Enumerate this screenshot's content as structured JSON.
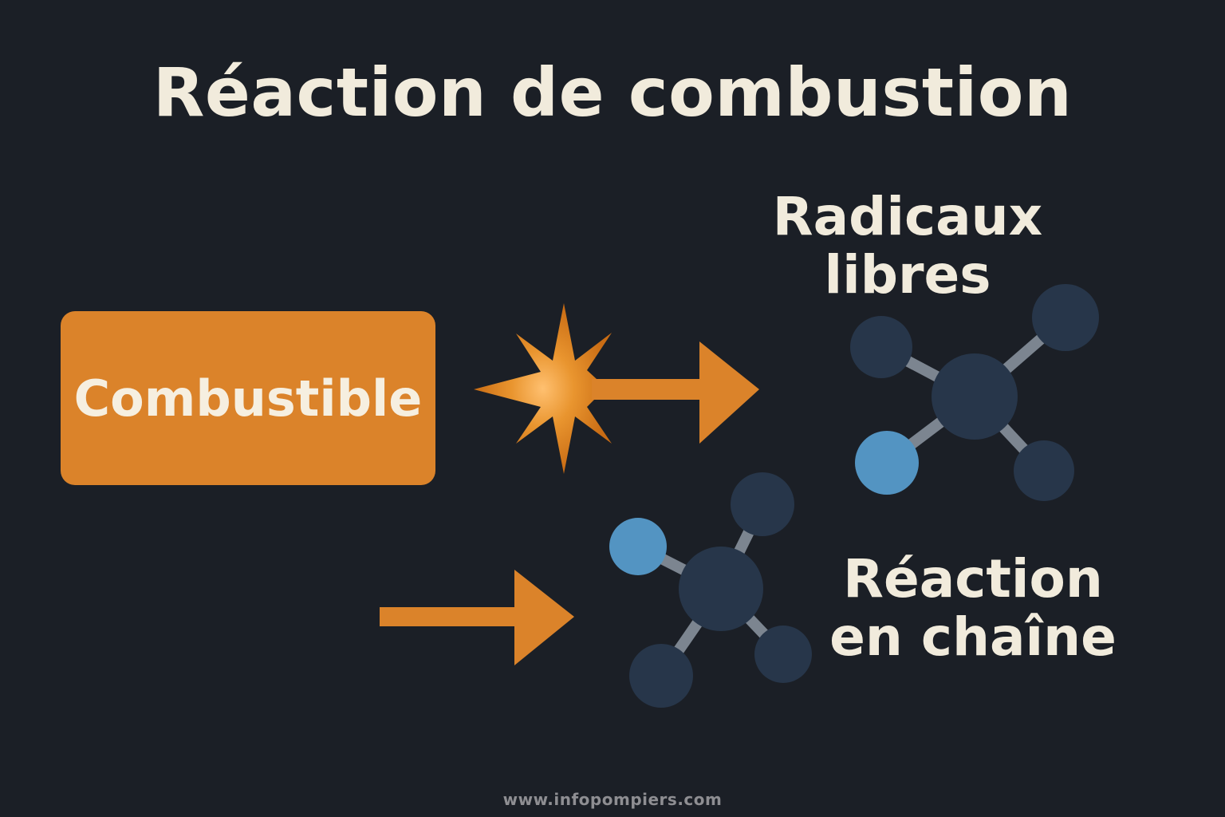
{
  "title": "Réaction de combustion",
  "fuel_box": {
    "label": "Combustible"
  },
  "radicals": {
    "line1": "Radicaux",
    "line2": "libres"
  },
  "chain_reaction": {
    "line1": "Réaction",
    "line2": "en chaîne"
  },
  "footer": "www.infopompiers.com",
  "colors": {
    "background": "#1b1f26",
    "accent_orange": "#db832a",
    "atom_dark": "#27364a",
    "atom_blue": "#5394c2",
    "bond_gray": "#7c8590",
    "text": "#f1ebdc"
  },
  "icons": [
    "spark-icon",
    "arrow-right-icon",
    "molecule-icon"
  ]
}
